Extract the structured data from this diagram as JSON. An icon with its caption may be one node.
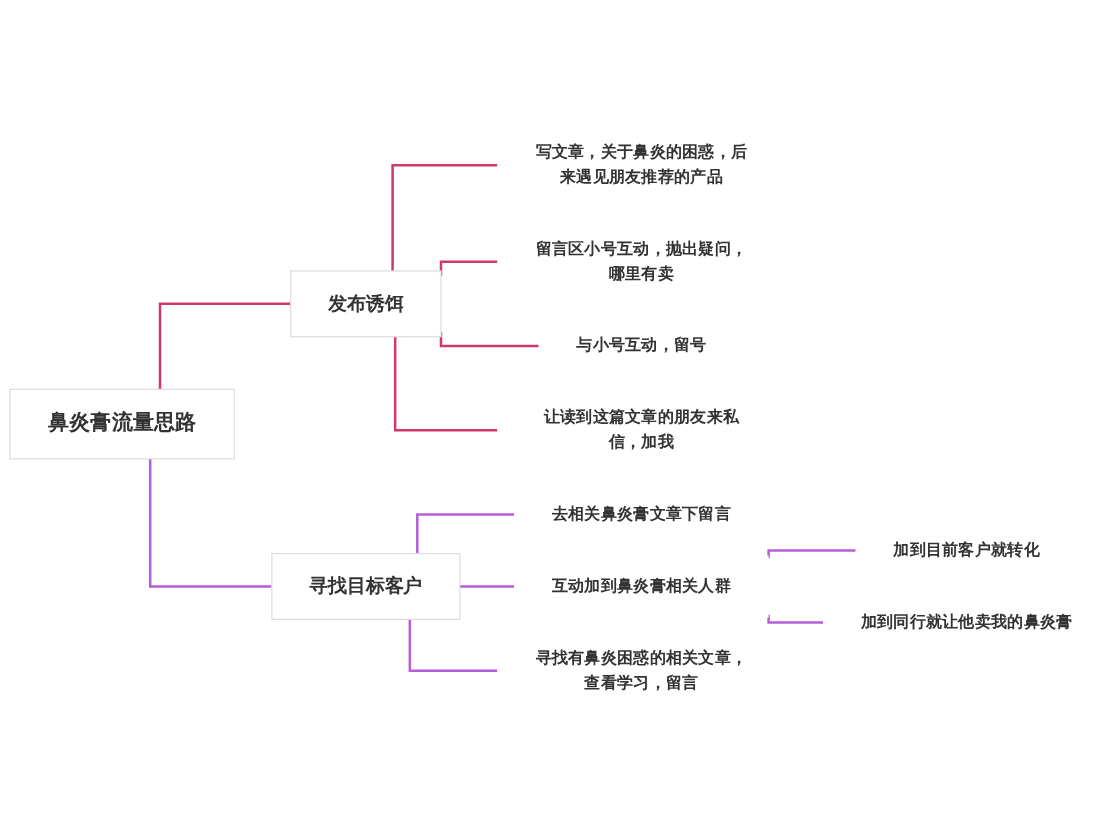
{
  "diagram": {
    "nodes": [
      {
        "text": [
          "鼻炎膏流量思路"
        ]
      },
      {
        "text": [
          "发布诱饵"
        ]
      },
      {
        "text": [
          "写文章，关于鼻炎的困惑，后来遇见朋友推荐的产品"
        ]
      },
      {
        "text": [
          "留言区小号互动，抛出疑问，哪里有卖"
        ]
      },
      {
        "text": [
          "与小号互动，留号"
        ]
      },
      {
        "text": [
          "让读到这篇文章的朋友来私信，加我"
        ]
      },
      {
        "text": [
          "寻找目标客户"
        ]
      },
      {
        "text": [
          "去相关鼻炎膏文章下留言"
        ]
      },
      {
        "text": [
          "互动加到鼻炎膏相关人群"
        ]
      },
      {
        "text": [
          "加到目前客户就转化"
        ]
      },
      {
        "text": [
          "加到同行就让他卖我的鼻炎膏"
        ]
      },
      {
        "text": [
          "寻找有鼻炎困惑的相关文章，查看学习，留言"
        ]
      }
    ],
    "edges": [
      {
        "from": 0,
        "to": 1,
        "arrow": "none",
        "color": "#d2386c"
      },
      {
        "from": 1,
        "to": 2,
        "arrow": "none",
        "color": "#d2386c"
      },
      {
        "from": 1,
        "to": 3,
        "arrow": "none",
        "color": "#d2386c"
      },
      {
        "from": 1,
        "to": 4,
        "arrow": "none",
        "color": "#d2386c"
      },
      {
        "from": 1,
        "to": 5,
        "arrow": "none",
        "color": "#d2386c"
      },
      {
        "from": 0,
        "to": 6,
        "arrow": "none",
        "color": "#b45fd8"
      },
      {
        "from": 6,
        "to": 7,
        "arrow": "none",
        "color": "#b45fd8"
      },
      {
        "from": 6,
        "to": 8,
        "arrow": "none",
        "color": "#b45fd8"
      },
      {
        "from": 8,
        "to": 9,
        "arrow": "none",
        "color": "#b45fd8"
      },
      {
        "from": 8,
        "to": 10,
        "arrow": "none",
        "color": "#b45fd8"
      },
      {
        "from": 6,
        "to": 11,
        "arrow": "none",
        "color": "#b45fd8"
      }
    ]
  }
}
